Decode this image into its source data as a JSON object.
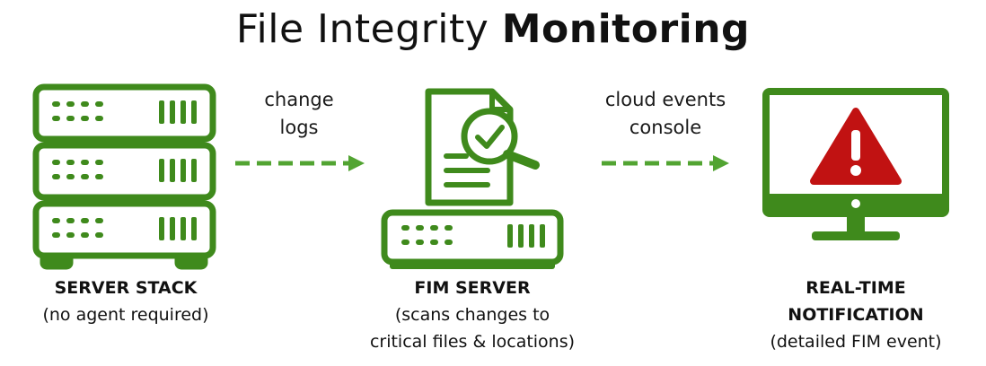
{
  "title": {
    "light": "File Integrity",
    "bold": "Monitoring"
  },
  "arrows": [
    {
      "line1": "change",
      "line2": "logs"
    },
    {
      "line1": "cloud events",
      "line2": "console"
    }
  ],
  "nodes": {
    "server_stack": {
      "heading": "SERVER STACK",
      "sub1": "(no agent required)"
    },
    "fim_server": {
      "heading": "FIM SERVER",
      "sub1": "(scans changes to",
      "sub2": "critical files & locations)"
    },
    "notification": {
      "heading1": "REAL-TIME",
      "heading2": "NOTIFICATION",
      "sub1": "(detailed FIM event)"
    }
  },
  "colors": {
    "green": "#3f8a1c",
    "arrow_green": "#52a432",
    "alert_red": "#c11212"
  },
  "icons": [
    "server-stack-icon",
    "document-magnifier-icon",
    "server-unit-icon",
    "monitor-alert-icon",
    "dashed-arrow-icon"
  ]
}
